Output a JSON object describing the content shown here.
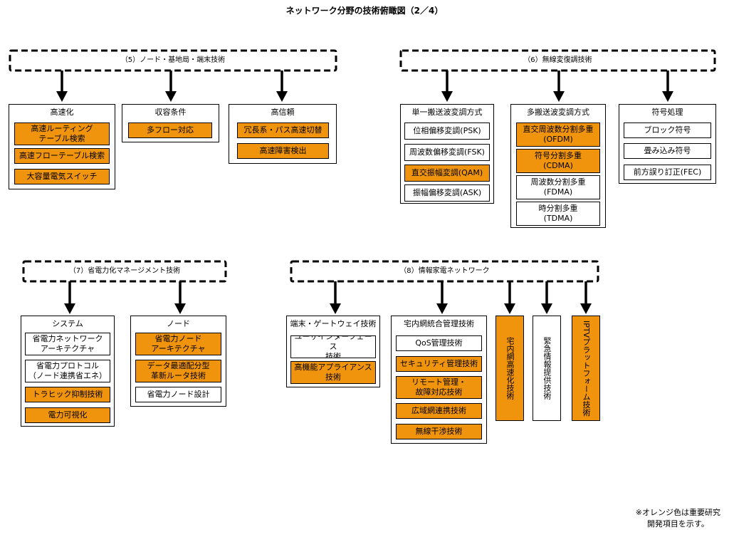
{
  "title": "ネットワーク分野の技術俯瞰図（2／4）",
  "colors": {
    "important": "#f0940e",
    "normal": "#ffffff"
  },
  "groups": {
    "g5": {
      "title": "（5）ノード・基地局・端末技術",
      "panels": [
        {
          "title": "高速化",
          "items": [
            {
              "label": "高速ルーティング\nテーブル検索",
              "hl": true
            },
            {
              "label": "高速フローテーブル検索",
              "hl": true
            },
            {
              "label": "大容量電気スイッチ",
              "hl": true
            }
          ]
        },
        {
          "title": "収容条件",
          "items": [
            {
              "label": "多フロー対応",
              "hl": true
            }
          ]
        },
        {
          "title": "高信頼",
          "items": [
            {
              "label": "冗長系・パス高速切替",
              "hl": true
            },
            {
              "label": "高速障害検出",
              "hl": true
            }
          ]
        }
      ]
    },
    "g6": {
      "title": "（6）無線変復調技術",
      "panels": [
        {
          "title": "単一搬送波変調方式",
          "items": [
            {
              "label": "位相偏移変調(PSK)",
              "hl": false
            },
            {
              "label": "周波数偏移変調(FSK)",
              "hl": false
            },
            {
              "label": "直交振幅変調(QAM)",
              "hl": true
            },
            {
              "label": "振幅偏移変調(ASK)",
              "hl": false
            }
          ]
        },
        {
          "title": "多搬送波変調方式",
          "items": [
            {
              "label": "直交周波数分割多重\n(OFDM)",
              "hl": true
            },
            {
              "label": "符号分割多重\n(CDMA)",
              "hl": true
            },
            {
              "label": "周波数分割多重\n(FDMA)",
              "hl": false
            },
            {
              "label": "時分割多重\n(TDMA)",
              "hl": false
            }
          ]
        },
        {
          "title": "符号処理",
          "items": [
            {
              "label": "ブロック符号",
              "hl": false
            },
            {
              "label": "畳み込み符号",
              "hl": false
            },
            {
              "label": "前方誤り訂正(FEC)",
              "hl": false
            }
          ]
        }
      ]
    },
    "g7": {
      "title": "（7）省電力化マネージメント技術",
      "panels": [
        {
          "title": "システム",
          "items": [
            {
              "label": "省電力ネットワーク\nアーキテクチャ",
              "hl": false
            },
            {
              "label": "省電力プロトコル\n（ノード連携省エネ）",
              "hl": false
            },
            {
              "label": "トラヒック抑制技術",
              "hl": true
            },
            {
              "label": "電力可視化",
              "hl": true
            }
          ]
        },
        {
          "title": "ノード",
          "items": [
            {
              "label": "省電力ノード\nアーキテクチャ",
              "hl": true
            },
            {
              "label": "データ最適配分型\n革新ルータ技術",
              "hl": true
            },
            {
              "label": "省電力ノード設計",
              "hl": false
            }
          ]
        }
      ]
    },
    "g8": {
      "title": "（8）情報家電ネットワーク",
      "panels": [
        {
          "title": "端末・ゲートウェイ技術",
          "items": [
            {
              "label": "ユーザインターフェース\n技術",
              "hl": false
            },
            {
              "label": "高機能アプライアンス\n技術",
              "hl": true
            }
          ]
        },
        {
          "title": "宅内網統合管理技術",
          "items": [
            {
              "label": "QoS管理技術",
              "hl": false
            },
            {
              "label": "セキュリティ管理技術",
              "hl": true
            },
            {
              "label": "リモート管理・\n故障対応技術",
              "hl": true
            },
            {
              "label": "広域網連携技術",
              "hl": true
            },
            {
              "label": "無線干渉技術",
              "hl": true
            }
          ]
        }
      ],
      "verticals": [
        {
          "label": "宅内網高速化技術",
          "hl": true
        },
        {
          "label": "緊急情報提供技術",
          "hl": false
        },
        {
          "label": "IPTVプラットフォーム技術",
          "hl": true
        }
      ]
    }
  },
  "note": "※オレンジ色は重要研究\n開発項目を示す。"
}
